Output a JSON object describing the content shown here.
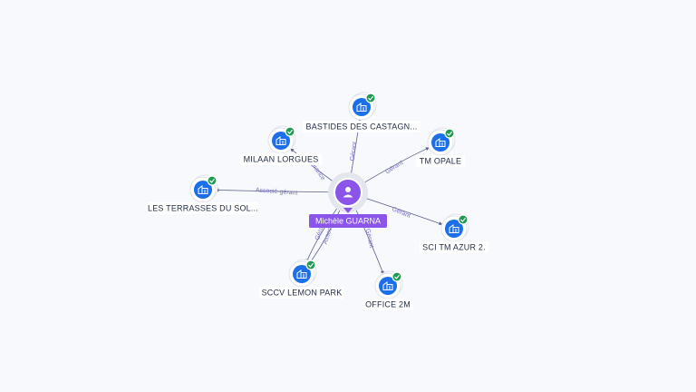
{
  "center": {
    "label": "Michèle GUARNA",
    "icon": "person-icon",
    "color": "#8a55e8"
  },
  "companies": [
    {
      "id": "bastides",
      "label": "BASTIDES DES CASTAGN...",
      "icon": "building-icon",
      "verified": true
    },
    {
      "id": "milaan",
      "label": "MILAAN LORGUES",
      "icon": "building-icon",
      "verified": true
    },
    {
      "id": "tm-opale",
      "label": "TM OPALE",
      "icon": "building-icon",
      "verified": true
    },
    {
      "id": "terrasses",
      "label": "LES TERRASSES DU SOL...",
      "icon": "building-icon",
      "verified": true
    },
    {
      "id": "sci-tm-azur",
      "label": "SCI TM AZUR 2.",
      "icon": "building-icon",
      "verified": true
    },
    {
      "id": "sccv-lemon",
      "label": "SCCV LEMON PARK",
      "icon": "building-icon",
      "verified": true
    },
    {
      "id": "office-2m",
      "label": "OFFICE 2M",
      "icon": "building-icon",
      "verified": true
    }
  ],
  "edges": [
    {
      "to": "bastides",
      "label": "Gérant"
    },
    {
      "to": "milaan",
      "label": "Gérance"
    },
    {
      "to": "tm-opale",
      "label": "Gérant"
    },
    {
      "to": "terrasses",
      "label": "Associé-gérant"
    },
    {
      "to": "sci-tm-azur",
      "label": "Gérant"
    },
    {
      "to": "sccv-lemon",
      "label": "Gérant"
    },
    {
      "to": "sccv-lemon",
      "label": "Associé"
    },
    {
      "to": "office-2m",
      "label": "Gérant"
    }
  ],
  "colors": {
    "node": "#1b6fe8",
    "badge": "#1e9b52",
    "edge": "#5b5f8a",
    "edge_label": "#7b72c9"
  }
}
